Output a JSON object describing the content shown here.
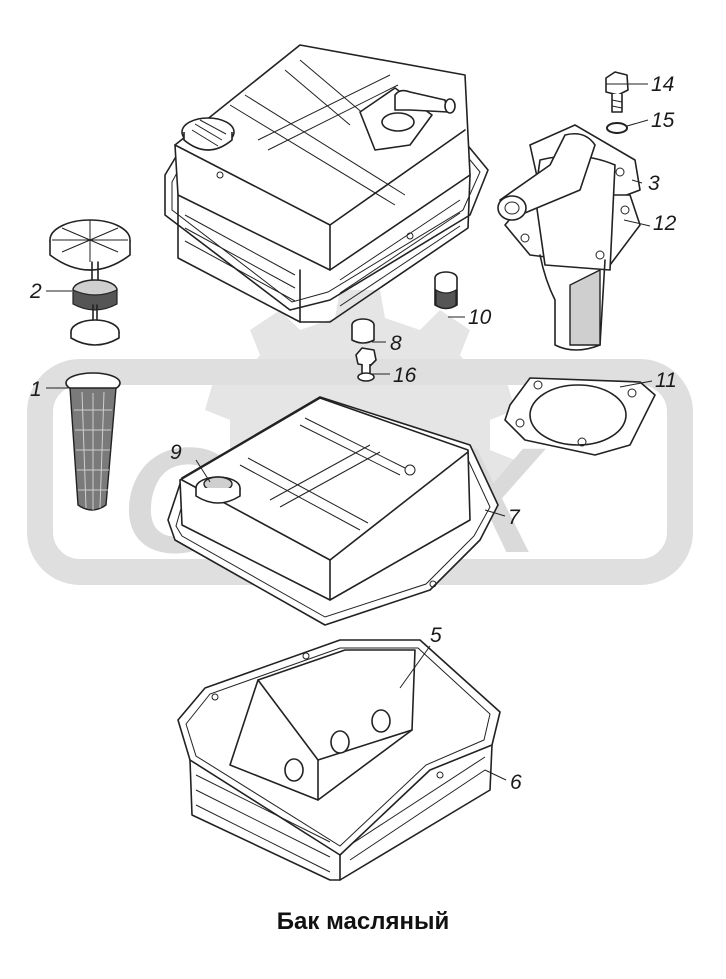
{
  "caption": "Бак масляный",
  "watermark": {
    "text": "OPEX",
    "color": "#d9d9d9"
  },
  "callouts": [
    {
      "id": "c1",
      "label": "1"
    },
    {
      "id": "c2",
      "label": "2"
    },
    {
      "id": "c3",
      "label": "3"
    },
    {
      "id": "c5",
      "label": "5"
    },
    {
      "id": "c6",
      "label": "6"
    },
    {
      "id": "c7",
      "label": "7"
    },
    {
      "id": "c8",
      "label": "8"
    },
    {
      "id": "c9",
      "label": "9"
    },
    {
      "id": "c10",
      "label": "10"
    },
    {
      "id": "c11",
      "label": "11"
    },
    {
      "id": "c12",
      "label": "12"
    },
    {
      "id": "c14",
      "label": "14"
    },
    {
      "id": "c15",
      "label": "15"
    },
    {
      "id": "c16",
      "label": "16"
    }
  ]
}
